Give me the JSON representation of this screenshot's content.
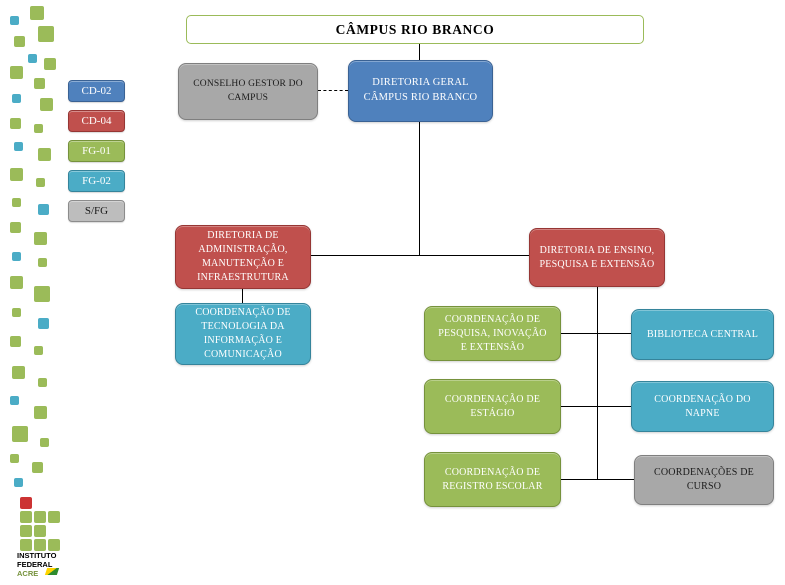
{
  "title": "CÂMPUS RIO BRANCO",
  "colors": {
    "cd02_blue": "#4f81bd",
    "cd04_red": "#c0504d",
    "fg01_green": "#9bbb59",
    "fg02_teal": "#4bacc6",
    "sfg_gray": "#bdbdbd",
    "title_border_green": "#9bbb59",
    "connector_black": "#000000",
    "logo_red": "#cc3333"
  },
  "legend": {
    "items": [
      {
        "label": "CD-02"
      },
      {
        "label": "CD-04"
      },
      {
        "label": "FG-01"
      },
      {
        "label": "FG-02"
      },
      {
        "label": "S/FG"
      }
    ]
  },
  "org": {
    "conselho_gestor": "CONSELHO GESTOR DO CAMPUS",
    "diretoria_geral": "DIRETORIA GERAL CÂMPUS RIO BRANCO",
    "diretoria_administracao": "DIRETORIA DE ADMINISTRAÇÃO, MANUTENÇÃO E INFRAESTRUTURA",
    "coordenacao_tic": "COORDENAÇÃO DE TECNOLOGIA DA INFORMAÇÃO E COMUNICAÇÃO",
    "diretoria_ensino": "DIRETORIA DE ENSINO, PESQUISA E EXTENSÃO",
    "coordenacao_pesquisa": "COORDENAÇÃO DE PESQUISA, INOVAÇÃO E EXTENSÃO",
    "biblioteca_central": "BIBLIOTECA CENTRAL",
    "coordenacao_estagio": "COORDENAÇÃO DE ESTÁGIO",
    "coordenacao_napne": "COORDENAÇÃO DO NAPNE",
    "coordenacao_registro": "COORDENAÇÃO DE REGISTRO ESCOLAR",
    "coordenacoes_curso": "COORDENAÇÕES DE CURSO"
  },
  "logo": {
    "line1": "INSTITUTO",
    "line2": "FEDERAL",
    "line3": "ACRE"
  }
}
